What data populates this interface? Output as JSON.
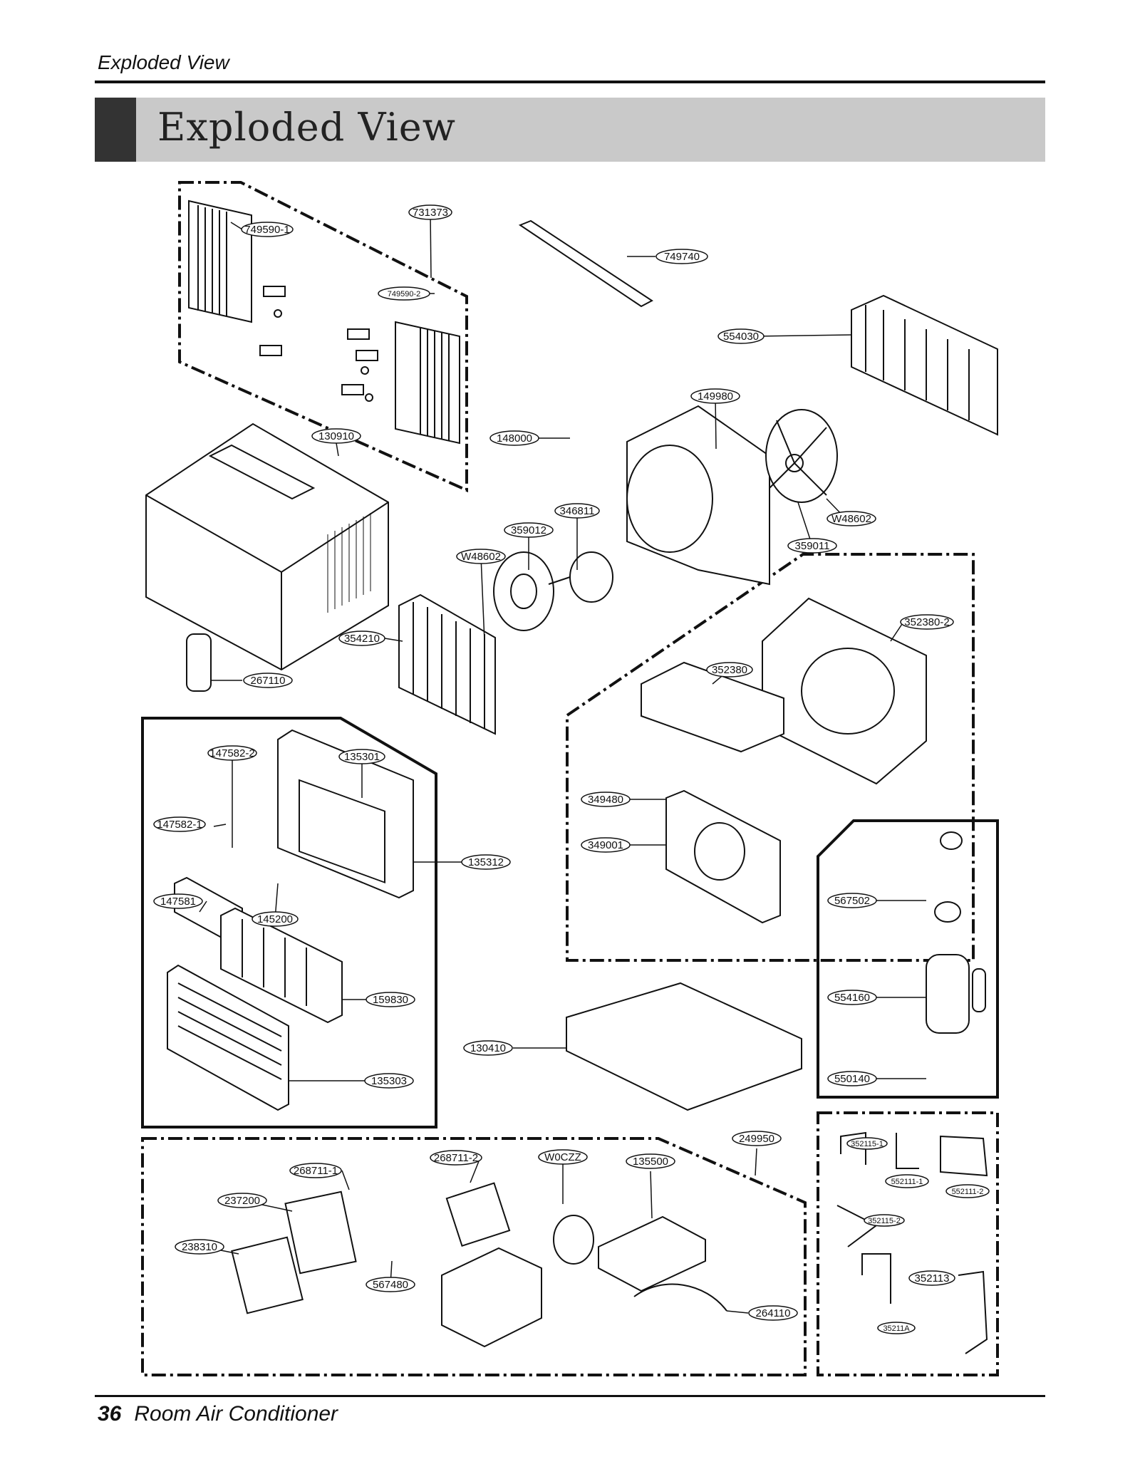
{
  "header": {
    "section_title": "Exploded View"
  },
  "banner": {
    "title": "Exploded View"
  },
  "labels": {
    "p749590_1": "749590-1",
    "p731373": "731373",
    "p749740": "749740",
    "p749590_2": "749590-2",
    "p554030": "554030",
    "p149980": "149980",
    "p130910": "130910",
    "p148000": "148000",
    "p346811": "346811",
    "p359012": "359012",
    "pW48602a": "W48602",
    "pW48602b": "W48602",
    "p359011": "359011",
    "p354210": "354210",
    "p267110": "267110",
    "p352380_2": "352380-2",
    "p352380": "352380",
    "p147582_2": "147582-2",
    "p135301": "135301",
    "p147582_1": "147582-1",
    "p135312": "135312",
    "p147581": "147581",
    "p145200": "145200",
    "p159830": "159830",
    "p135303": "135303",
    "p349480": "349480",
    "p349001": "349001",
    "p567502": "567502",
    "p554160": "554160",
    "p130410": "130410",
    "p550140": "550140",
    "p249950": "249950",
    "p268711_1": "268711-1",
    "p268711_2": "268711-2",
    "pW0CZZ": "W0CZZ",
    "p135500": "135500",
    "p237200": "237200",
    "p238310": "238310",
    "p567480": "567480",
    "p264110": "264110",
    "p352115_1": "352115-1",
    "p552111_1": "552111-1",
    "p552111_2": "552111-2",
    "p352115_2": "352115-2",
    "p352113": "352113",
    "p35211A": "35211A"
  },
  "footer": {
    "page_number": "36",
    "document_title": "Room Air Conditioner"
  }
}
